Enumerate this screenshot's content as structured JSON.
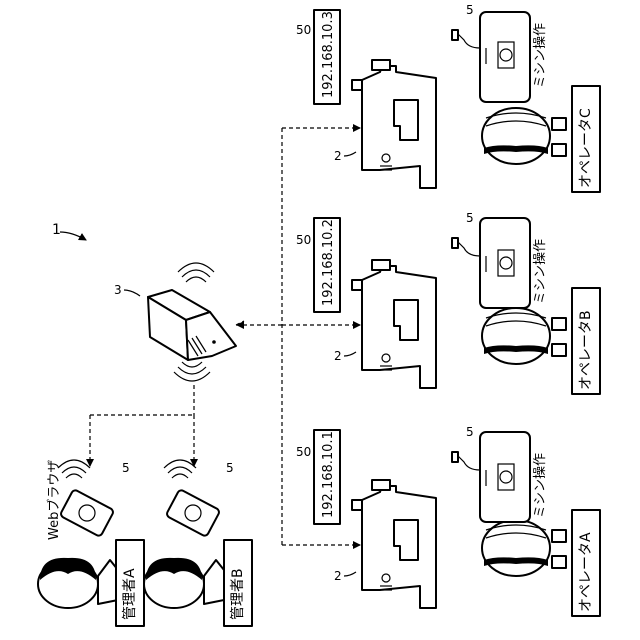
{
  "figure_ref": "1",
  "server_ref": "3",
  "phone_ref": "5",
  "machine_ref": "2",
  "ip_ref": "50",
  "browser_label": "Webブラウザ",
  "managers": [
    {
      "label": "管理者A"
    },
    {
      "label": "管理者B"
    }
  ],
  "lanes": [
    {
      "ip": "192.168.10.1",
      "operator": "オペレータA",
      "op_label": "ミシン操作"
    },
    {
      "ip": "192.168.10.2",
      "operator": "オペレータB",
      "op_label": "ミシン操作"
    },
    {
      "ip": "192.168.10.3",
      "operator": "オペレータC",
      "op_label": "ミシン操作"
    }
  ]
}
